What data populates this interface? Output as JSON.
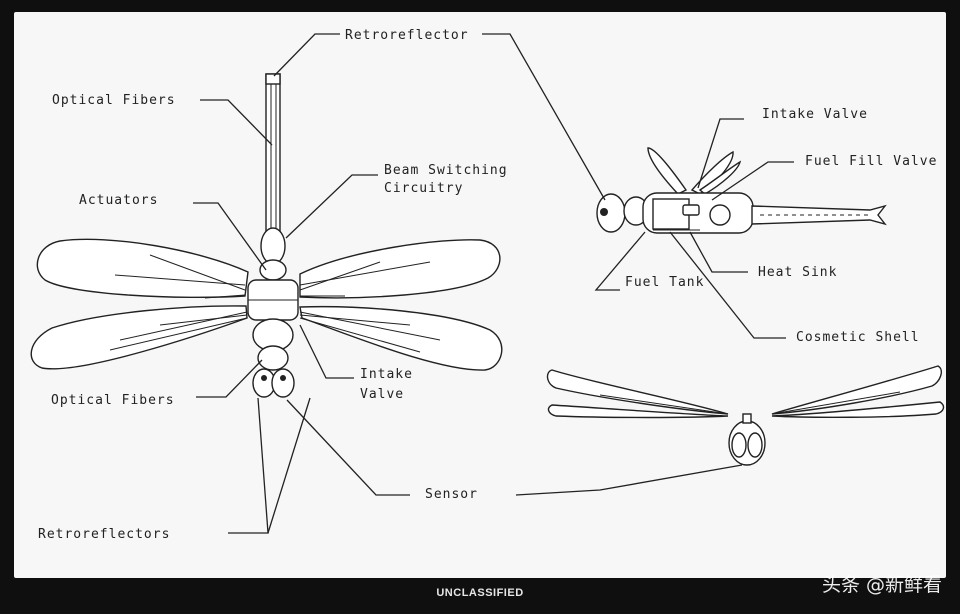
{
  "labels": {
    "retroreflector_top": "Retroreflector",
    "optical_fibers_top": "Optical Fibers",
    "beam_switching_1": "Beam Switching",
    "beam_switching_2": "Circuitry",
    "actuators": "Actuators",
    "intake_valve_left_1": "Intake",
    "intake_valve_left_2": "Valve",
    "optical_fibers_bottom": "Optical Fibers",
    "retroreflectors": "Retroreflectors",
    "sensor": "Sensor",
    "intake_valve_right": "Intake Valve",
    "fuel_fill_valve": "Fuel Fill Valve",
    "heat_sink": "Heat Sink",
    "fuel_tank": "Fuel Tank",
    "cosmetic_shell": "Cosmetic Shell"
  },
  "footer": {
    "classification": "UNCLASSIFIED"
  },
  "watermark": {
    "text": "头条 @新鲜看"
  }
}
